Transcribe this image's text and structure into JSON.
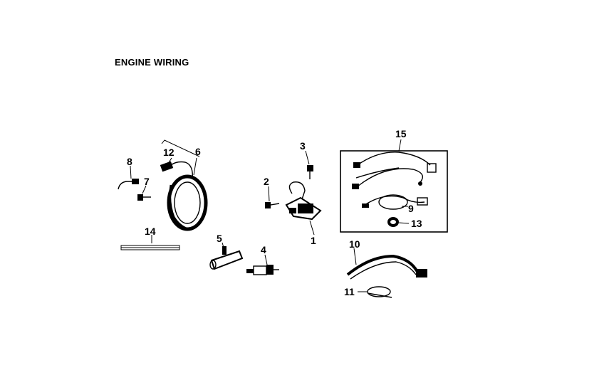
{
  "title": "ENGINE WIRING",
  "callouts": [
    {
      "id": "c1",
      "label": "1"
    },
    {
      "id": "c2",
      "label": "2"
    },
    {
      "id": "c3",
      "label": "3"
    },
    {
      "id": "c4",
      "label": "4"
    },
    {
      "id": "c5",
      "label": "5"
    },
    {
      "id": "c6",
      "label": "6"
    },
    {
      "id": "c7",
      "label": "7"
    },
    {
      "id": "c8",
      "label": "8"
    },
    {
      "id": "c9",
      "label": "9"
    },
    {
      "id": "c10",
      "label": "10"
    },
    {
      "id": "c11",
      "label": "11"
    },
    {
      "id": "c12",
      "label": "12"
    },
    {
      "id": "c13",
      "label": "13"
    },
    {
      "id": "c14",
      "label": "14"
    },
    {
      "id": "c15",
      "label": "15"
    }
  ]
}
